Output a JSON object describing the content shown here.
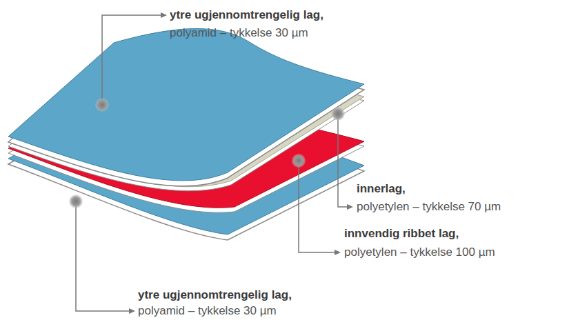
{
  "diagram": {
    "labels": [
      "ytre ugjennomtrengelig lag,",
      "polyamid – tykkelse 30 µm",
      "innerlag,",
      "polyetylen – tykkelse 70 µm",
      "innvendig ribbet lag,",
      "polyetylen – tykkelse 100 µm",
      "ytre ugjennomtrengelig lag,",
      "polyamid – tykkelse 30 µm"
    ]
  }
}
